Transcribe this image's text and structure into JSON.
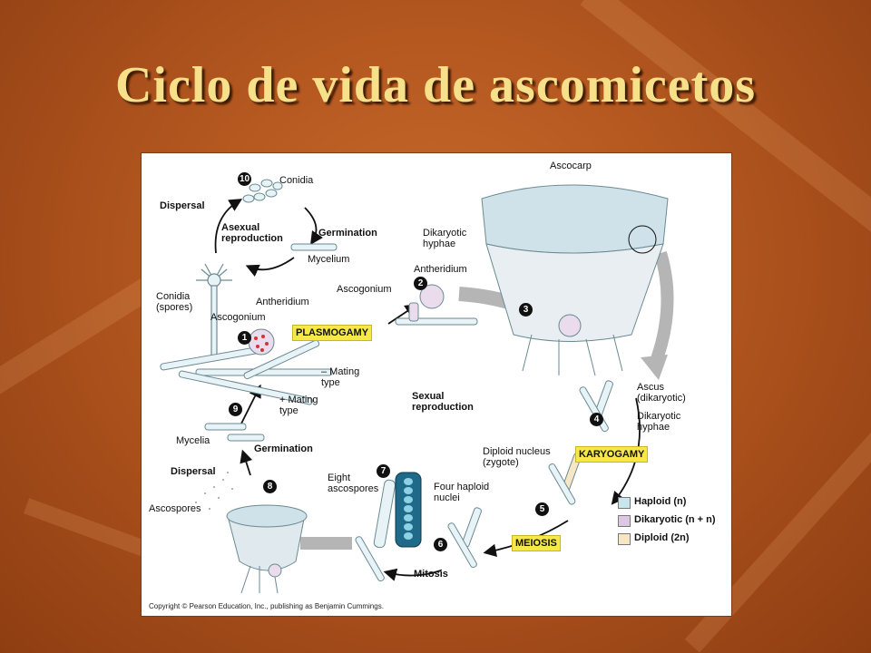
{
  "slide": {
    "title": "Ciclo de vida de ascomicetos",
    "title_color": "#f6e08a",
    "background_color": "#b2561f"
  },
  "diagram": {
    "steps": [
      "1",
      "2",
      "3",
      "4",
      "5",
      "6",
      "7",
      "8",
      "9",
      "10"
    ],
    "labels": {
      "conidia": "Conidia",
      "dispersal_top": "Dispersal",
      "asexual_reproduction": "Asexual\nreproduction",
      "germination_top": "Germination",
      "mycelium": "Mycelium",
      "conidia_spores": "Conidia\n(spores)",
      "antheridium_left": "Antheridium",
      "ascogonium_left": "Ascogonium",
      "minus_mating": "– Mating\ntype",
      "plus_mating": "+ Mating\ntype",
      "mycelia": "Mycelia",
      "germination_bottom": "Germination",
      "dispersal_bottom": "Dispersal",
      "ascospores": "Ascospores",
      "ascocarp": "Ascocarp",
      "dikaryotic_hyphae_top": "Dikaryotic\nhyphae",
      "antheridium_mid": "Antheridium",
      "ascogonium_mid": "Ascogonium",
      "sexual_reproduction": "Sexual\nreproduction",
      "ascus_dikaryotic": "Ascus\n(dikaryotic)",
      "dikaryotic_hyphae_right": "Dikaryotic\nhyphae",
      "diploid_nucleus": "Diploid nucleus\n(zygote)",
      "eight_ascospores": "Eight\nascospores",
      "four_haploid_nuclei": "Four haploid\nnuclei",
      "mitosis": "Mitosis"
    },
    "stages": {
      "plasmogamy": "PLASMOGAMY",
      "karyogamy": "KARYOGAMY",
      "meiosis": "MEIOSIS"
    },
    "legend": [
      {
        "label": "Haploid (n)",
        "color": "#c8e6ec"
      },
      {
        "label": "Dikaryotic (n + n)",
        "color": "#dcc8e2"
      },
      {
        "label": "Diploid (2n)",
        "color": "#f7e6c4"
      }
    ],
    "copyright": "Copyright © Pearson Education, Inc., publishing as Benjamin Cummings."
  }
}
